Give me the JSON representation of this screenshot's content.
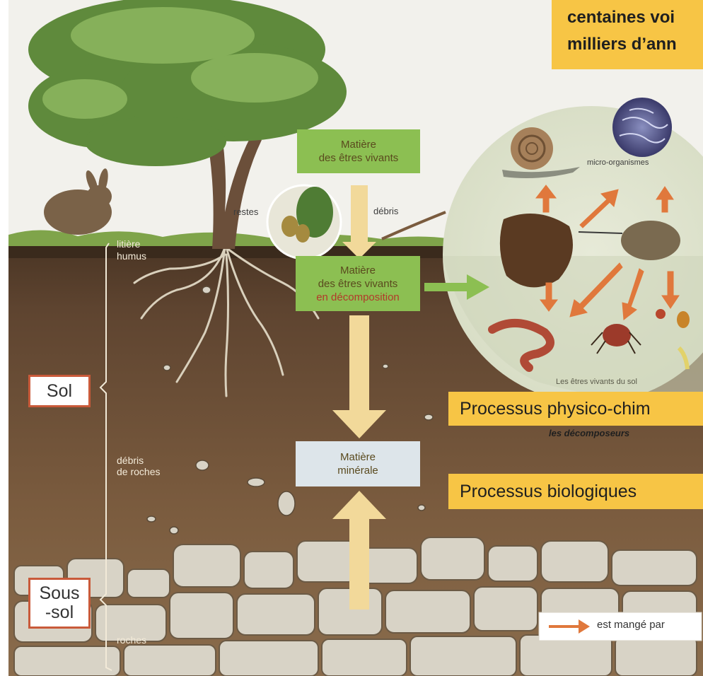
{
  "time_note": {
    "line1": "centaines voi",
    "line2": "milliers d’ann"
  },
  "labels": {
    "litiere": "litière",
    "humus": "humus",
    "restes": "restes",
    "debris": "débris",
    "debris_roches_1": "débris",
    "debris_roches_2": "de roches",
    "roches": "roches",
    "micro_organismes": "micro-organismes",
    "decomposeurs": "les décomposeurs",
    "etres_vivants_du_sol": "Les êtres vivants du sol"
  },
  "boxes": {
    "vivants": [
      "Matière",
      "des êtres vivants"
    ],
    "decomposition": [
      "Matière",
      "des êtres vivants",
      "en décomposition"
    ],
    "minerale": [
      "Matière",
      "minérale"
    ]
  },
  "layers": {
    "sol": "Sol",
    "sous_sol_1": "Sous",
    "sous_sol_2": "-sol"
  },
  "callouts": {
    "physico": "Processus physico-chim",
    "bio": "Processus biologiques"
  },
  "legend": {
    "eaten_by": "est mangé par"
  },
  "colors": {
    "callout": "#f7c545",
    "orange_arrow": "#e0783c",
    "green_arrow": "#8cbf52",
    "sky": "#f2f1ec",
    "soil": "#6b4c34"
  }
}
